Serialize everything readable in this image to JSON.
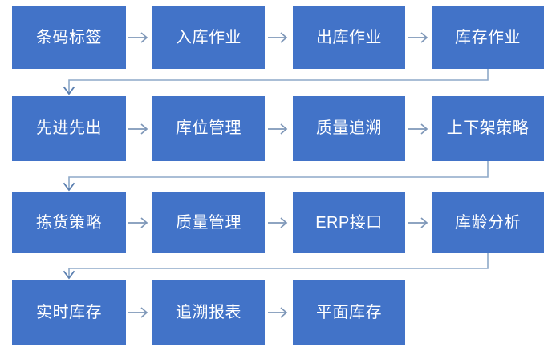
{
  "diagram": {
    "type": "flowchart",
    "title": "",
    "orientation": "serpentine-left-to-right",
    "colors": {
      "node_fill": "#4273C8",
      "node_text": "#FFFFFF",
      "arrow": "#7E97B8",
      "connector": "#8EA9C8",
      "background": "#FFFFFF"
    },
    "rows": [
      {
        "row_index": 1,
        "nodes": [
          {
            "id": "n1",
            "label": "条码标签",
            "wrap": false
          },
          {
            "id": "n2",
            "label": "入库作业",
            "wrap": false
          },
          {
            "id": "n3",
            "label": "出库作业",
            "wrap": false
          },
          {
            "id": "n4",
            "label": "库存作业",
            "wrap": false
          }
        ]
      },
      {
        "row_index": 2,
        "nodes": [
          {
            "id": "n5",
            "label": "先进先出",
            "wrap": false
          },
          {
            "id": "n6",
            "label": "库位管理",
            "wrap": false
          },
          {
            "id": "n7",
            "label": "质量追溯",
            "wrap": false
          },
          {
            "id": "n8",
            "label": "上下架策略",
            "wrap": true
          }
        ]
      },
      {
        "row_index": 3,
        "nodes": [
          {
            "id": "n9",
            "label": "拣货策略",
            "wrap": false
          },
          {
            "id": "n10",
            "label": "质量管理",
            "wrap": false
          },
          {
            "id": "n11",
            "label": "ERP接口",
            "wrap": false
          },
          {
            "id": "n12",
            "label": "库龄分析",
            "wrap": false
          }
        ]
      },
      {
        "row_index": 4,
        "nodes": [
          {
            "id": "n13",
            "label": "实时库存",
            "wrap": false
          },
          {
            "id": "n14",
            "label": "追溯报表",
            "wrap": false
          },
          {
            "id": "n15",
            "label": "平面库存",
            "wrap": false
          }
        ]
      }
    ],
    "arrow_glyph": "→",
    "flow_sequence": [
      "条码标签",
      "入库作业",
      "出库作业",
      "库存作业",
      "先进先出",
      "库位管理",
      "质量追溯",
      "上下架策略",
      "拣货策略",
      "质量管理",
      "ERP接口",
      "库龄分析",
      "实时库存",
      "追溯报表",
      "平面库存"
    ]
  }
}
